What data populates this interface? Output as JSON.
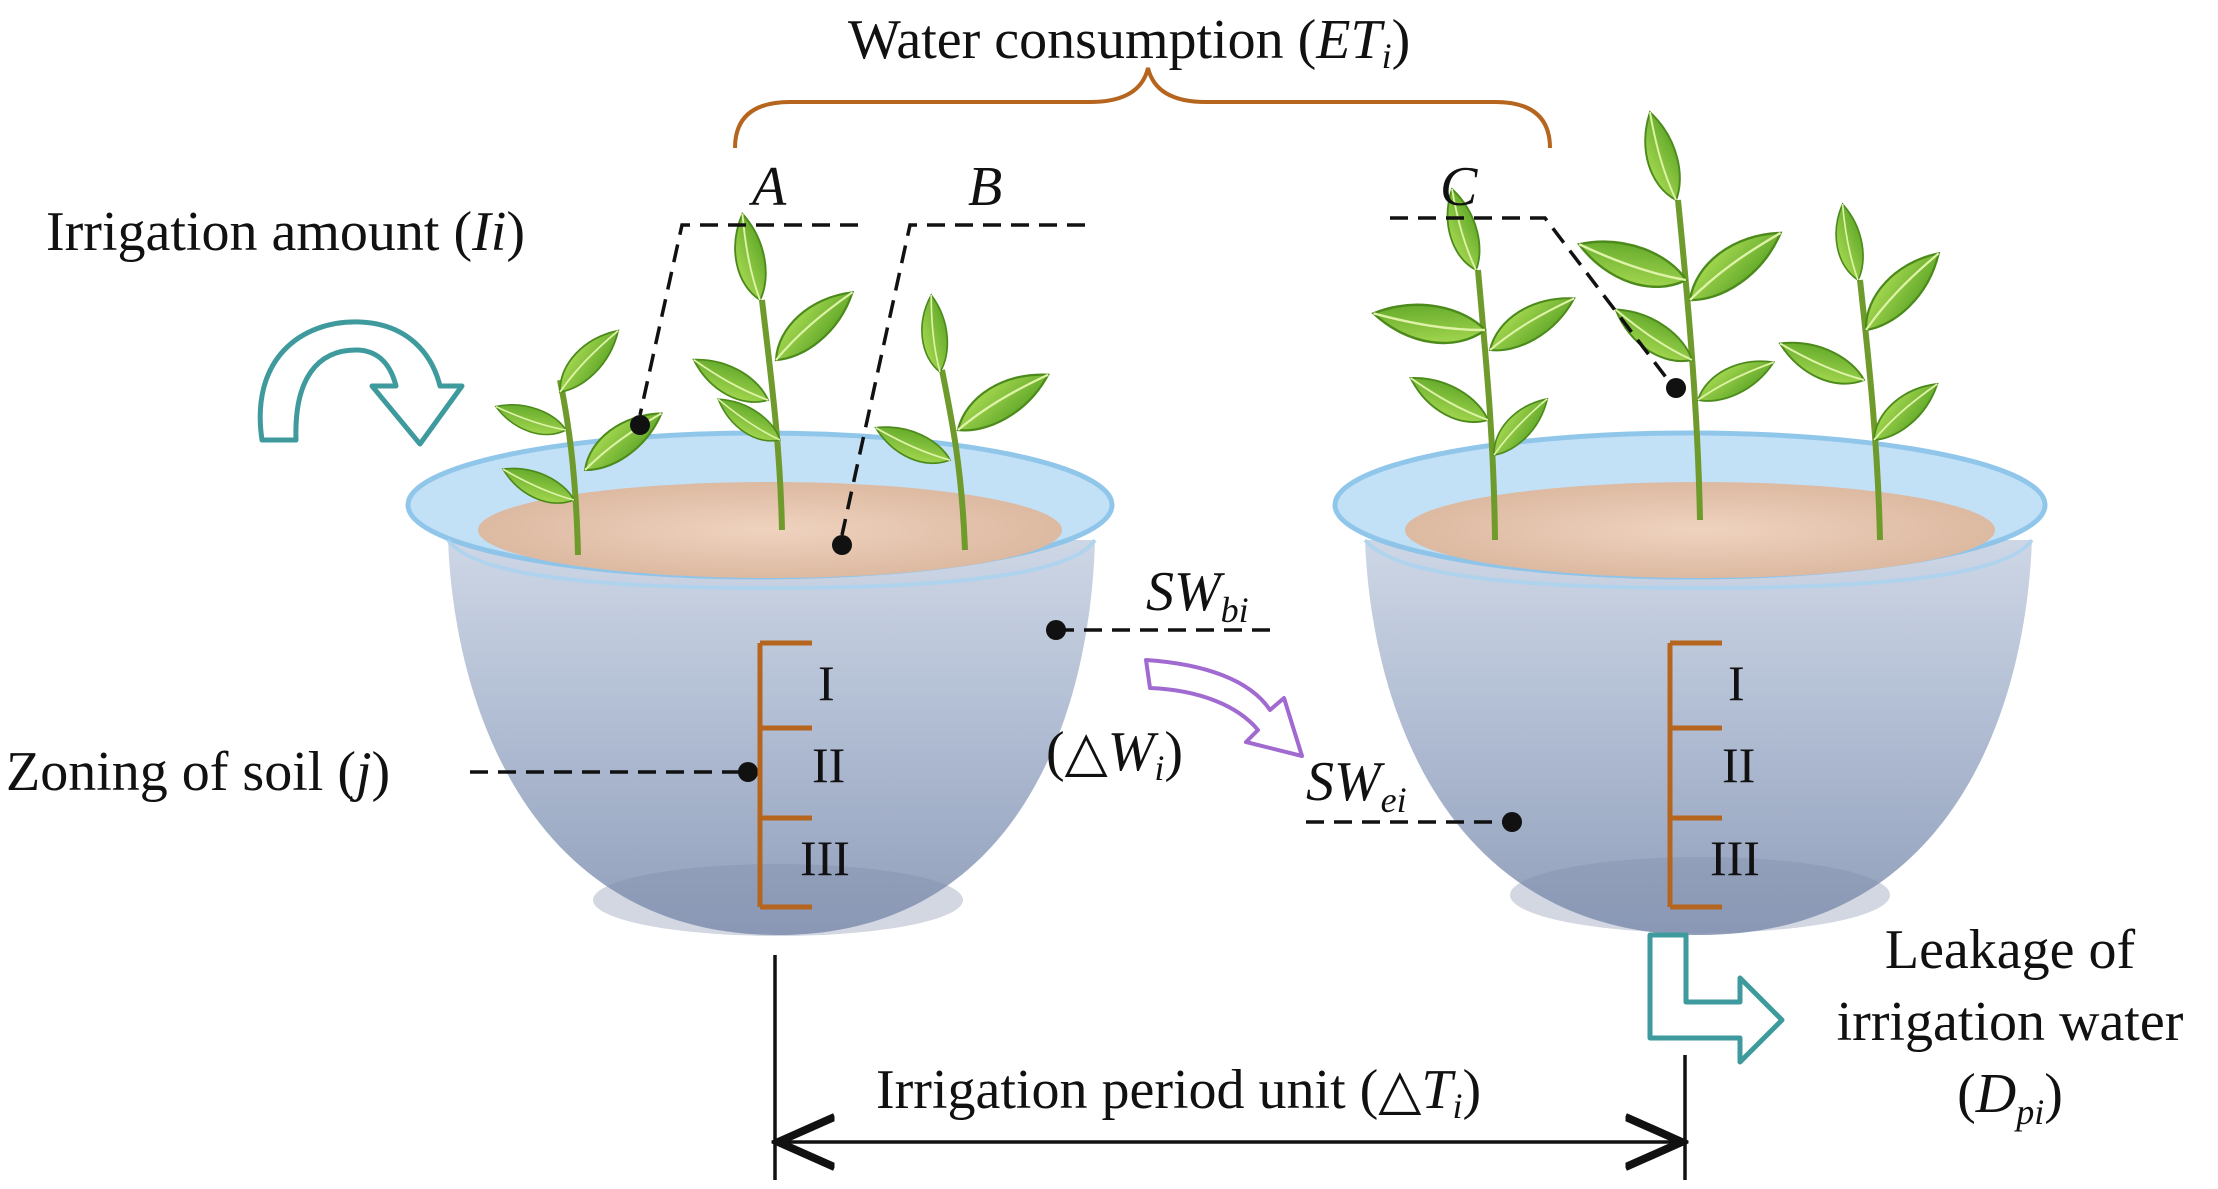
{
  "labels": {
    "water_consumption": "Water consumption (",
    "et_symbol": "ET",
    "et_sub": "i",
    "close_paren": ")",
    "irrigation_amount": "Irrigation amount (",
    "ii_symbol": "Ii",
    "zoning_of_soil": "Zoning of soil (",
    "j_symbol": "j",
    "point_a": "A",
    "point_b": "B",
    "point_c": "C",
    "sw": "SW",
    "sw_b_sub": "bi",
    "sw_e_sub": "ei",
    "delta_w_open": "(△",
    "delta_w_symbol": "W",
    "delta_w_sub": "i",
    "zone_1": "I",
    "zone_2": "II",
    "zone_3": "III",
    "leakage_line1": "Leakage of",
    "leakage_line2": "irrigation water",
    "dp_open": "(",
    "dp_symbol": "D",
    "dp_sub": "pi",
    "period_unit": "Irrigation period unit (△",
    "t_symbol": "T",
    "t_sub": "i"
  },
  "colors": {
    "brace": "#b5651d",
    "scale": "#b5651d",
    "teal_arrow": "#3e9a9c",
    "purple_arrow": "#a06ad0",
    "pot_rim": "#a9d3f0",
    "pot_body": "#9fb1cc",
    "soil": "#e4c4ac",
    "leaf": "#7cc43a"
  }
}
